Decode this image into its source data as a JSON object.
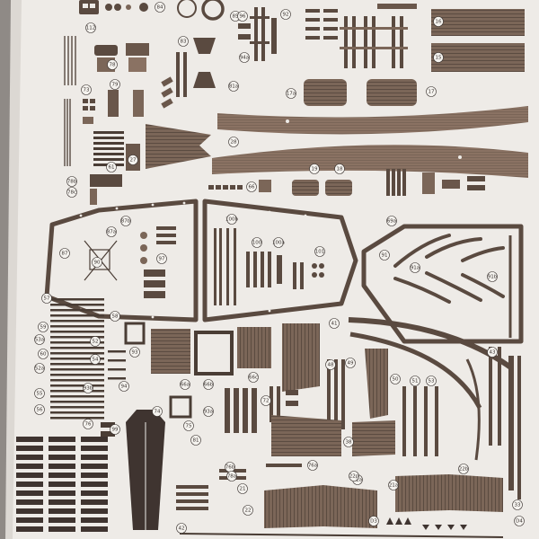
{
  "photo": {
    "colors": {
      "table": "#8f8a86",
      "paper": "#eeebe7",
      "paper_shade": "#dcd8d3",
      "wood_dark": "#5a4a40",
      "wood_mid": "#7b6658",
      "wood_light": "#a08878",
      "line": "#3a3330",
      "label_bg": "#f4f2ee"
    },
    "part_labels": [
      "112",
      "16",
      "15",
      "17a",
      "17",
      "78",
      "79",
      "27",
      "28",
      "18",
      "19",
      "91",
      "91a",
      "91b",
      "69a",
      "87",
      "87a",
      "87b",
      "90",
      "97",
      "100",
      "100a",
      "100b",
      "101",
      "41",
      "43",
      "48",
      "49",
      "50",
      "51",
      "53",
      "53a",
      "52",
      "52a",
      "54",
      "55",
      "56",
      "57",
      "58",
      "59",
      "60",
      "61",
      "66",
      "66a",
      "66b",
      "66c",
      "72",
      "73",
      "74",
      "75",
      "76",
      "76a",
      "76b",
      "78a",
      "78b",
      "78c",
      "81",
      "81a",
      "83",
      "84",
      "85",
      "92",
      "93",
      "93a",
      "93b",
      "94",
      "94a",
      "96",
      "99",
      "21",
      "21a",
      "22",
      "22a",
      "22b",
      "22p",
      "33",
      "38",
      "42",
      "D3",
      "D4"
    ]
  }
}
